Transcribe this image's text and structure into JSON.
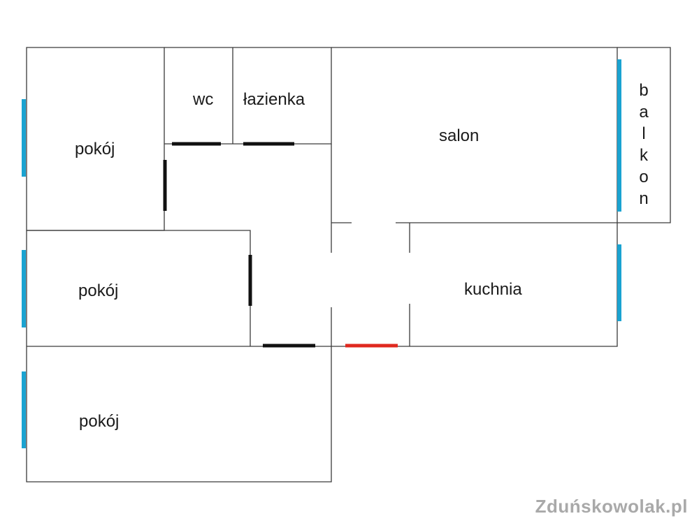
{
  "rooms": {
    "pokoj_top": "pokój",
    "wc": "wc",
    "lazienka": "łazienka",
    "salon": "salon",
    "balkon": "balkon",
    "pokoj_middle": "pokój",
    "kuchnia": "kuchnia",
    "pokoj_bottom": "pokój"
  },
  "watermark": "Zduńskowolak.pl",
  "colors": {
    "wall": "#3a3a3a",
    "window": "#1aa3d1",
    "door": "#111111",
    "entrance_door": "#e0291f",
    "watermark": "#a9a9a9"
  }
}
